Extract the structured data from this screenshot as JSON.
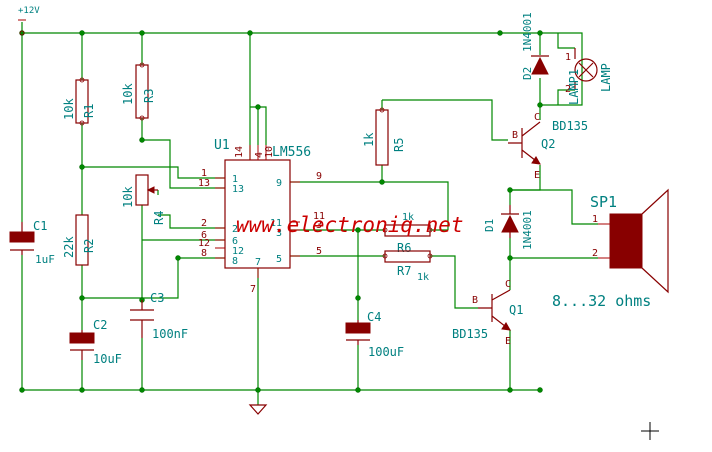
{
  "supply": "+12V",
  "watermark": "www.electroniq.net",
  "components": {
    "R1": {
      "ref": "R1",
      "value": "10k"
    },
    "R2": {
      "ref": "R2",
      "value": "22k"
    },
    "R3": {
      "ref": "R3",
      "value": "10k"
    },
    "R4": {
      "ref": "R4",
      "value": "10k"
    },
    "R5": {
      "ref": "R5",
      "value": "1k"
    },
    "R6": {
      "ref": "R6",
      "value": "1k"
    },
    "R7": {
      "ref": "R7",
      "value": "1k"
    },
    "C1": {
      "ref": "C1",
      "value": "1uF"
    },
    "C2": {
      "ref": "C2",
      "value": "10uF"
    },
    "C3": {
      "ref": "C3",
      "value": "100nF"
    },
    "C4": {
      "ref": "C4",
      "value": "100uF"
    },
    "U1": {
      "ref": "U1",
      "value": "LM556"
    },
    "Q1": {
      "ref": "Q1",
      "value": "BD135"
    },
    "Q2": {
      "ref": "Q2",
      "value": "BD135"
    },
    "D1": {
      "ref": "D1",
      "value": "1N4001"
    },
    "D2": {
      "ref": "D2",
      "value": "1N4001"
    },
    "LAMP1": {
      "ref": "LAMP1",
      "value": "LAMP"
    },
    "SP1": {
      "ref": "SP1",
      "value": "8...32 ohms"
    }
  },
  "pins": {
    "u1_left": [
      "1",
      "13",
      "2",
      "6",
      "12",
      "8"
    ],
    "u1_right": [
      "9",
      "11",
      "3",
      "5"
    ],
    "u1_top": [
      "14",
      "4",
      "10"
    ],
    "u1_bottom": "7",
    "q": [
      "B",
      "C",
      "E"
    ],
    "two_terminal": [
      "1",
      "2"
    ]
  }
}
